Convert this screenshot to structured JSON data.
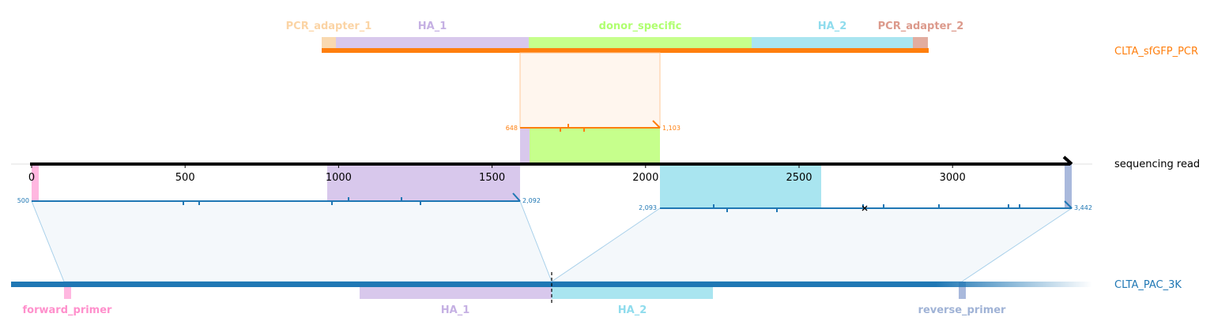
{
  "tracks": {
    "pcr": "CLTA_sfGFP_PCR",
    "read": "sequencing read",
    "ref": "CLTA_PAC_3K"
  },
  "colors": {
    "pcr": "#ff7f0e",
    "pcr_label": "#ff7f0e",
    "read": "#000000",
    "ref": "#1f77b4",
    "PCR_adapter_1": "#f9d9b0",
    "HA_1": "#d8c8ec",
    "donor_specific": "#c6ff8c",
    "HA_2": "#a9e5f0",
    "PCR_adapter_2": "#e2ada0",
    "forward_primer": "#ff9fd6",
    "reverse_primer": "#a9b9dc",
    "HA_1_text": "#c5b0e3",
    "HA_2_text": "#8fdced",
    "donor_specific_text": "#b0ff70",
    "PCR_adapter_1_text": "#fbd4a5",
    "PCR_adapter_2_text": "#dc9a8c",
    "forward_primer_text": "#ff90cc",
    "reverse_primer_text": "#a0b3d6"
  },
  "pcr_features": [
    {
      "name": "PCR_adapter_1",
      "label": "PCR_adapter_1"
    },
    {
      "name": "HA_1",
      "label": "HA_1"
    },
    {
      "name": "donor_specific",
      "label": "donor_specific"
    },
    {
      "name": "HA_2",
      "label": "HA_2"
    },
    {
      "name": "PCR_adapter_2",
      "label": "PCR_adapter_2"
    }
  ],
  "ref_features": [
    {
      "name": "forward_primer",
      "label": "forward_primer"
    },
    {
      "name": "HA_1",
      "label": "HA_1"
    },
    {
      "name": "HA_2",
      "label": "HA_2"
    },
    {
      "name": "reverse_primer",
      "label": "reverse_primer"
    }
  ],
  "read_axis": {
    "ticks": [
      "0",
      "500",
      "1000",
      "1500",
      "2000",
      "2500",
      "3000"
    ]
  },
  "alignments": [
    {
      "name": "pcr-alignment",
      "start_label": "648",
      "end_label": "1,103"
    },
    {
      "name": "ref-alignment-1",
      "start_label": "500",
      "end_label": "2,092"
    },
    {
      "name": "ref-alignment-2",
      "start_label": "2,093",
      "end_label": "3,442"
    }
  ]
}
